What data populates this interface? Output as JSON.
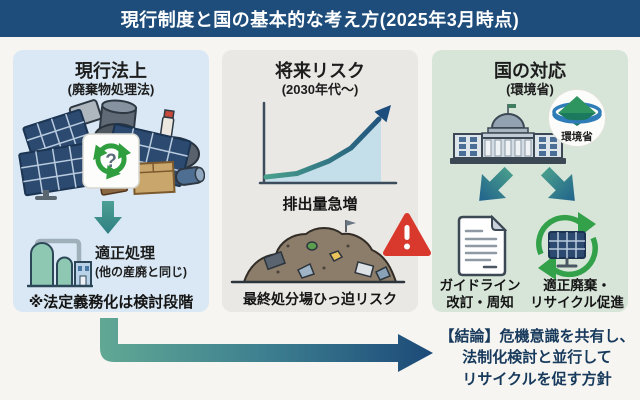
{
  "header": {
    "title": "現行制度と国の基本的な考え方(2025年3月時点)"
  },
  "columns": {
    "current_law": {
      "title": "現行法上",
      "subtitle": "(廃棄物処理法)",
      "recycle_question_mark": "?",
      "result_title": "適正処理",
      "result_subtitle": "(他の産廃と同じ)",
      "note": "※法定義務化は検討段階"
    },
    "future_risk": {
      "title": "将来リスク",
      "subtitle": "(2030年代〜)",
      "chart_caption": "排出量急増",
      "landfill_caption": "最終処分場ひっ迫リスク"
    },
    "gov_response": {
      "title": "国の対応",
      "subtitle": "(環境省)",
      "ministry_badge_label": "環境省",
      "action_guideline_line1": "ガイドライン",
      "action_guideline_line2": "改訂・周知",
      "action_recycle_line1": "適正廃棄・",
      "action_recycle_line2": "リサイクル促進"
    }
  },
  "conclusion": {
    "line1": "【結論】危機意識を共有し、",
    "line2": "法制化検討と並行して",
    "line3": "リサイクルを促す方針"
  },
  "chart_data": {
    "type": "area",
    "x": [
      0,
      1,
      2,
      3,
      4
    ],
    "y": [
      1,
      1.2,
      2.2,
      3.2,
      6
    ],
    "title": "",
    "xlabel": "",
    "ylabel": "",
    "caption": "排出量急増",
    "axis_tick_labels_shown": false,
    "grid": false,
    "annotations": [
      "line ends in upward arrow indicating sharp increase"
    ]
  },
  "colors": {
    "header_bg": "#1e4d7b",
    "page_bg": "#f6f5f1",
    "card_current_law_bg": "#d9e8f4",
    "card_future_risk_bg": "#eae8e4",
    "card_gov_response_bg": "#d7e5d9",
    "arrow_teal": "#4da093",
    "arrow_navy": "#1c4a78",
    "chart_area_fill": "#c4dfe9",
    "warning_red": "#d8392c",
    "recycle_green": "#2f9e3e",
    "conclusion_text": "#17395c"
  }
}
